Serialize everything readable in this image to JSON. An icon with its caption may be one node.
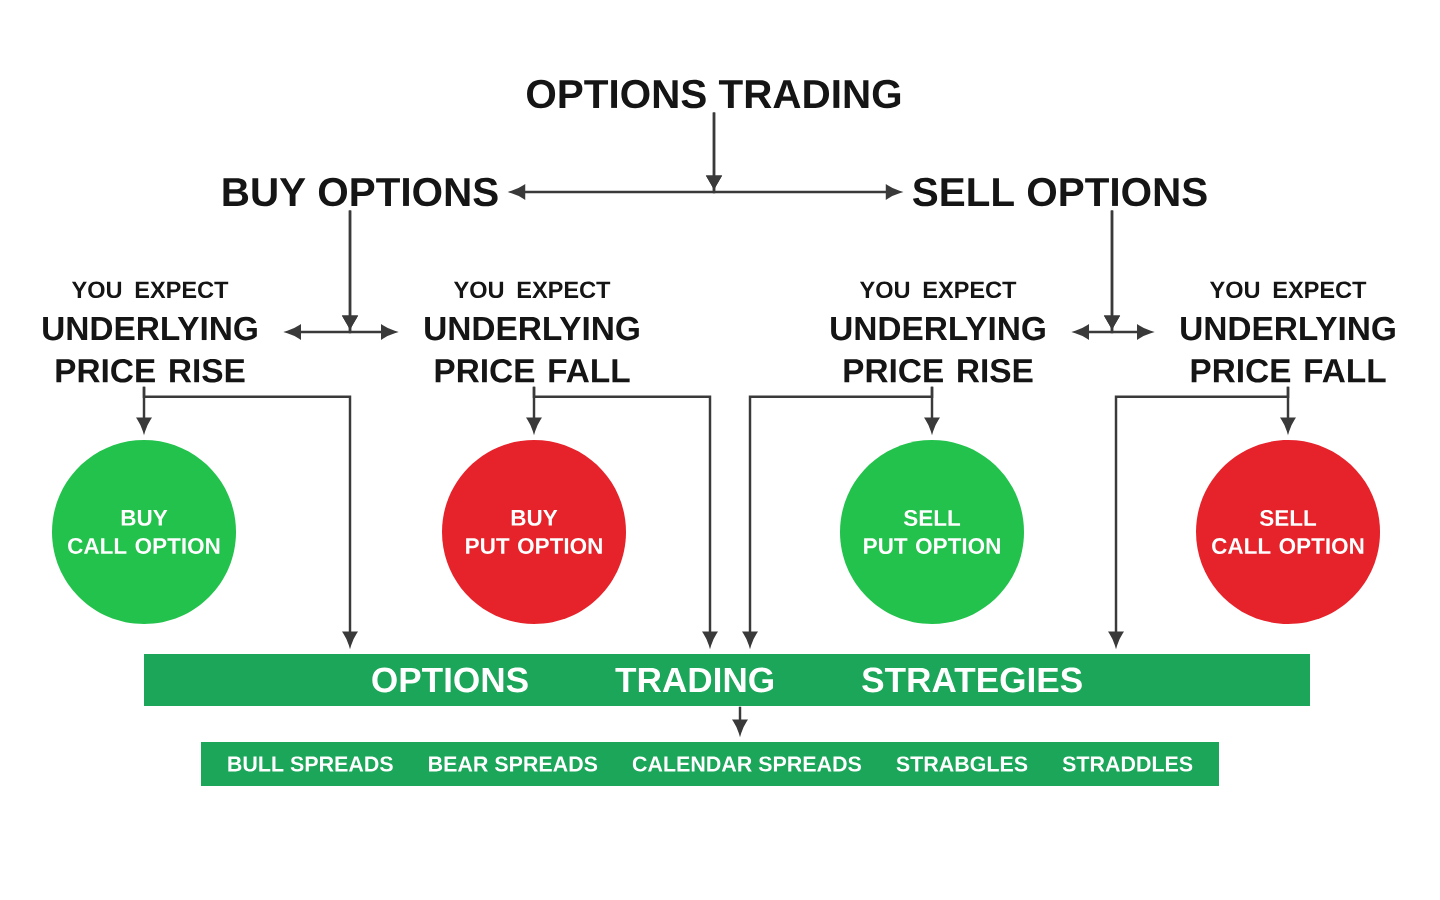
{
  "diagram": {
    "nodes": [
      {
        "text": [
          "OPTIONS TRADING"
        ]
      },
      {
        "text": [
          "BUY OPTIONS"
        ]
      },
      {
        "text": [
          "SELL OPTIONS"
        ]
      },
      {
        "text": [
          "YOU EXPECT",
          "UNDERLYING PRICE RISE"
        ]
      },
      {
        "text": [
          "YOU EXPECT",
          "UNDERLYING PRICE FALL"
        ]
      },
      {
        "text": [
          "YOU EXPECT",
          "UNDERLYING PRICE RISE"
        ]
      },
      {
        "text": [
          "YOU EXPECT",
          "UNDERLYING PRICE FALL"
        ]
      },
      {
        "text": [
          "BUY CALL OPTION"
        ]
      },
      {
        "text": [
          "BUY PUT OPTION"
        ]
      },
      {
        "text": [
          "SELL PUT OPTION"
        ]
      },
      {
        "text": [
          "SELL CALL OPTION"
        ]
      },
      {
        "text": [
          "OPTIONS TRADING STRATEGIES"
        ]
      },
      {
        "text": [
          "BULL SPREADS",
          "BEAR SPREADS",
          "CALENDAR SPREADS",
          "STRABGLES",
          "STRADDLES"
        ]
      }
    ],
    "edges": [
      {
        "from": 0,
        "to": 1,
        "arrow": "to"
      },
      {
        "from": 0,
        "to": 2,
        "arrow": "to"
      },
      {
        "from": 1,
        "to": 3,
        "arrow": "to"
      },
      {
        "from": 1,
        "to": 4,
        "arrow": "to"
      },
      {
        "from": 2,
        "to": 5,
        "arrow": "to"
      },
      {
        "from": 2,
        "to": 6,
        "arrow": "to"
      },
      {
        "from": 3,
        "to": 7,
        "arrow": "to"
      },
      {
        "from": 3,
        "to": 11,
        "arrow": "to"
      },
      {
        "from": 4,
        "to": 8,
        "arrow": "to"
      },
      {
        "from": 4,
        "to": 11,
        "arrow": "to"
      },
      {
        "from": 5,
        "to": 9,
        "arrow": "to"
      },
      {
        "from": 5,
        "to": 11,
        "arrow": "to"
      },
      {
        "from": 6,
        "to": 10,
        "arrow": "to"
      },
      {
        "from": 6,
        "to": 11,
        "arrow": "to"
      },
      {
        "from": 11,
        "to": 12,
        "arrow": "to"
      }
    ]
  }
}
